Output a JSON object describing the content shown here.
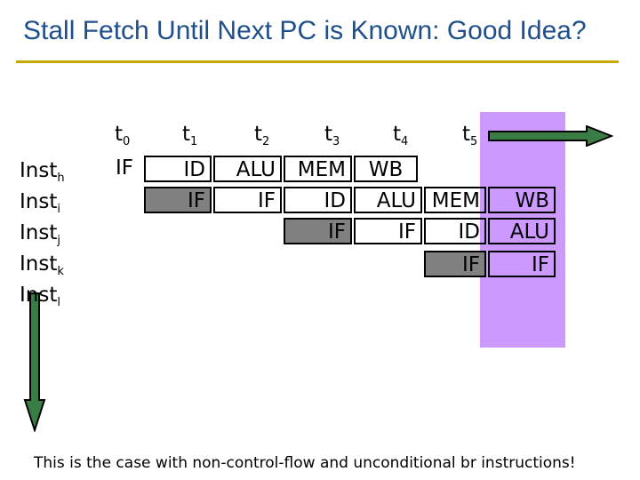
{
  "title": "Stall Fetch Until Next PC is Known: Good Idea?",
  "colors": {
    "title": "#1f4f8a",
    "title_rule": "#c8a800",
    "highlight_band": "#cc99ff",
    "stall_cell": "#808080",
    "arrow_fill": "#3a7d44"
  },
  "time_labels": [
    {
      "base": "t",
      "sub": "0"
    },
    {
      "base": "t",
      "sub": "1"
    },
    {
      "base": "t",
      "sub": "2"
    },
    {
      "base": "t",
      "sub": "3"
    },
    {
      "base": "t",
      "sub": "4"
    },
    {
      "base": "t",
      "sub": "5"
    }
  ],
  "instructions": [
    {
      "base": "Inst",
      "sub": "h"
    },
    {
      "base": "Inst",
      "sub": "i"
    },
    {
      "base": "Inst",
      "sub": "j"
    },
    {
      "base": "Inst",
      "sub": "k"
    },
    {
      "base": "Inst",
      "sub": "l"
    }
  ],
  "pipeline": {
    "row_h": {
      "c0": "IF",
      "c1": "ID",
      "c2": "ALU",
      "c3": "MEM",
      "c4": "WB"
    },
    "row_i": {
      "c1": "IF",
      "c2": "IF",
      "c3": "ID",
      "c4": "ALU",
      "c5": "MEM",
      "c6": "WB"
    },
    "row_j": {
      "c3": "IF",
      "c4": "IF",
      "c5": "ID",
      "c6": "ALU"
    },
    "row_k": {
      "c5": "IF",
      "c6": "IF"
    }
  },
  "caption": "This is the case with non-control-flow and unconditional br instructions!"
}
